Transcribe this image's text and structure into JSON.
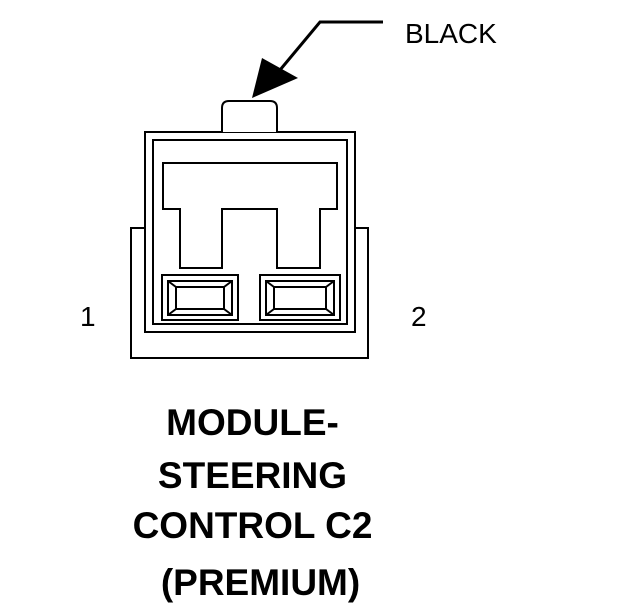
{
  "callout": {
    "text": "BLACK"
  },
  "pins": {
    "left": "1",
    "right": "2"
  },
  "title": {
    "line1": "MODULE-",
    "line2": "STEERING",
    "line3": "CONTROL C2",
    "line4": "(PREMIUM)"
  },
  "colors": {
    "ink": "#000000",
    "background": "#ffffff"
  }
}
